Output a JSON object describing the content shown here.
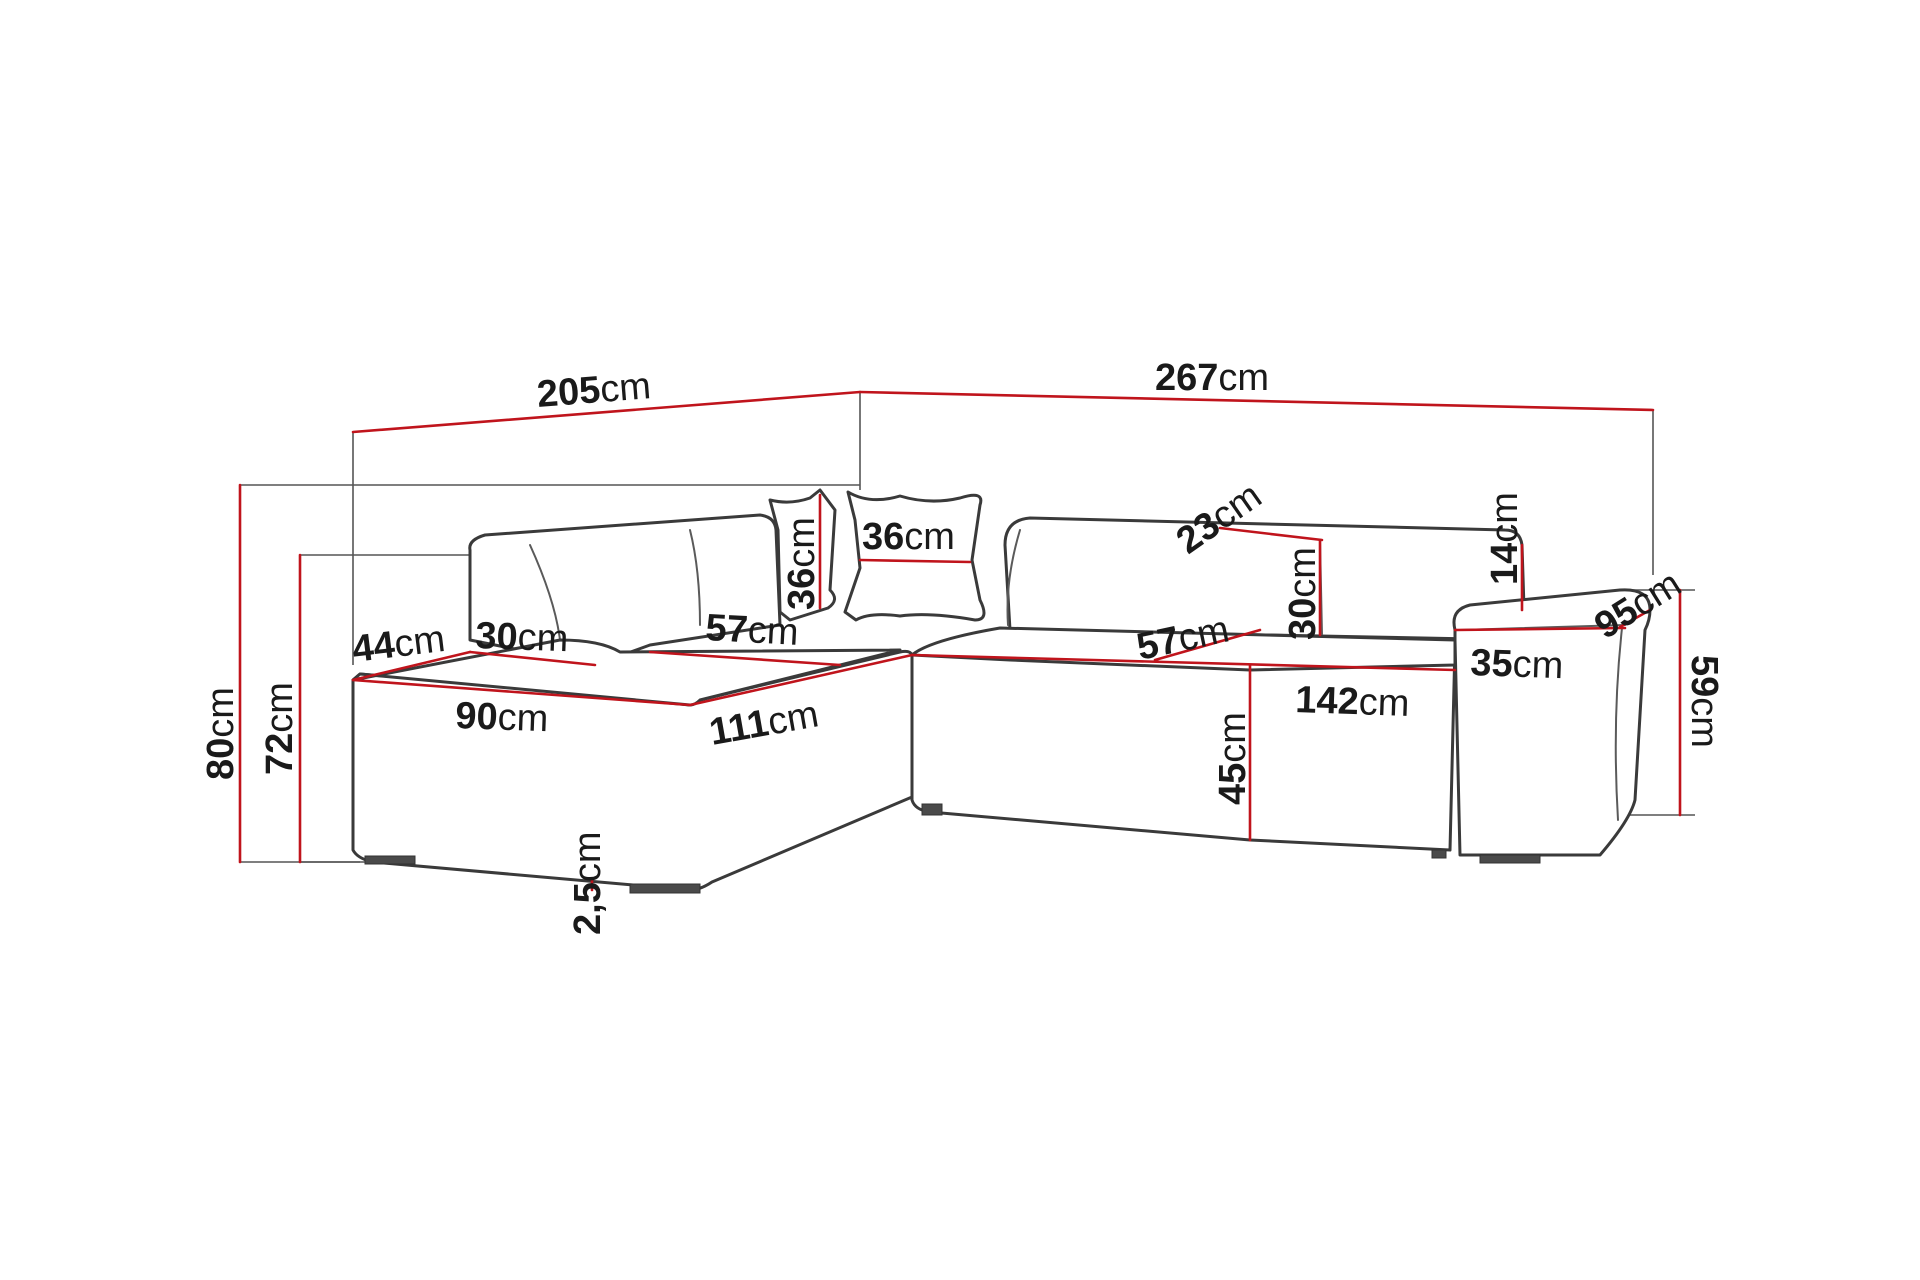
{
  "colors": {
    "dimension_line": "#c0141c",
    "outline": "#3a3a3a",
    "background": "#ffffff"
  },
  "labels": {
    "total_left_width": {
      "num": "205",
      "unit": "cm"
    },
    "total_right_width": {
      "num": "267",
      "unit": "cm"
    },
    "total_height": {
      "num": "80",
      "unit": "cm"
    },
    "back_height": {
      "num": "72",
      "unit": "cm"
    },
    "left_depth": {
      "num": "44",
      "unit": "cm"
    },
    "back_cushion_depth": {
      "num": "30",
      "unit": "cm"
    },
    "left_seat_depth": {
      "num": "57",
      "unit": "cm"
    },
    "pillow_height": {
      "num": "36",
      "unit": "cm"
    },
    "pillow_width": {
      "num": "36",
      "unit": "cm"
    },
    "back_top_depth": {
      "num": "23",
      "unit": "cm"
    },
    "backrest_height": {
      "num": "30",
      "unit": "cm"
    },
    "armrest_step": {
      "num": "14",
      "unit": "cm"
    },
    "right_seat_depth": {
      "num": "57",
      "unit": "cm"
    },
    "chaise_width": {
      "num": "90",
      "unit": "cm"
    },
    "chaise_length": {
      "num": "111",
      "unit": "cm"
    },
    "seat_height": {
      "num": "45",
      "unit": "cm"
    },
    "seat_length": {
      "num": "142",
      "unit": "cm"
    },
    "armrest_width": {
      "num": "35",
      "unit": "cm"
    },
    "armrest_depth": {
      "num": "95",
      "unit": "cm"
    },
    "armrest_height": {
      "num": "59",
      "unit": "cm"
    },
    "leg_height": {
      "num": "2,5",
      "unit": "cm"
    }
  }
}
